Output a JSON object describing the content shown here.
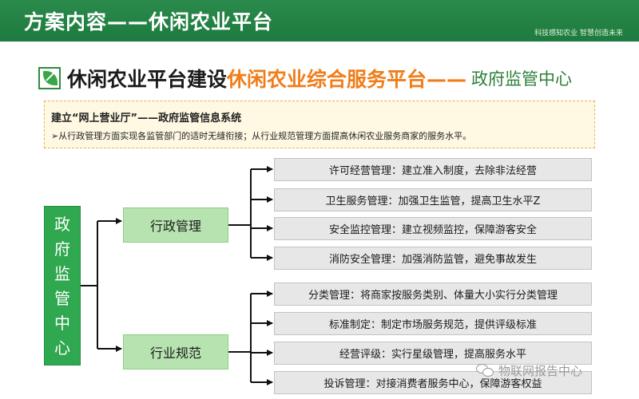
{
  "header": {
    "title": "方案内容——休闲农业平台",
    "slogan": "科技感知农业  智慧创造未来"
  },
  "main_title": {
    "part1": "休闲农业平台建设",
    "part2": "休闲农业综合服务平台——",
    "part3": "政府监管中心"
  },
  "info": {
    "line1": "建立“网上营业厅”——政府监管信息系统",
    "line2": "➢从行政管理方面实现各监管部门的适时无缝衔接；从行业规范管理方面提高休闲农业服务商家的服务水平。"
  },
  "diagram": {
    "root": [
      "政",
      "府",
      "监",
      "管",
      "中",
      "心"
    ],
    "branches": [
      {
        "label": "行政管理",
        "items": [
          "许可经营管理：建立准入制度，去除非法经营",
          "卫生服务管理：加强卫生监管，提高卫生水平Z",
          "安全监控管理：建立视频监控，保障游客安全",
          "消防安全管理：加强消防监管，避免事故发生"
        ]
      },
      {
        "label": "行业规范",
        "items": [
          "分类管理：将商家按服务类别、体量大小实行分类管理",
          "标准制定：制定市场服务规范，提供评级标准",
          "经营评级：实行星级管理，提高服务水平",
          "投诉管理：对接消费者服务中心，保障游客权益"
        ]
      }
    ]
  },
  "watermark": {
    "text": "物联网报告中心",
    "icon": "wechat-icon"
  },
  "colors": {
    "header_green": "#1e7a3e",
    "root_green": "#2fa84f",
    "branch_green": "#b7e3b0",
    "title_orange": "#f07d1a",
    "leaf_gray": "#e7e7e7"
  }
}
